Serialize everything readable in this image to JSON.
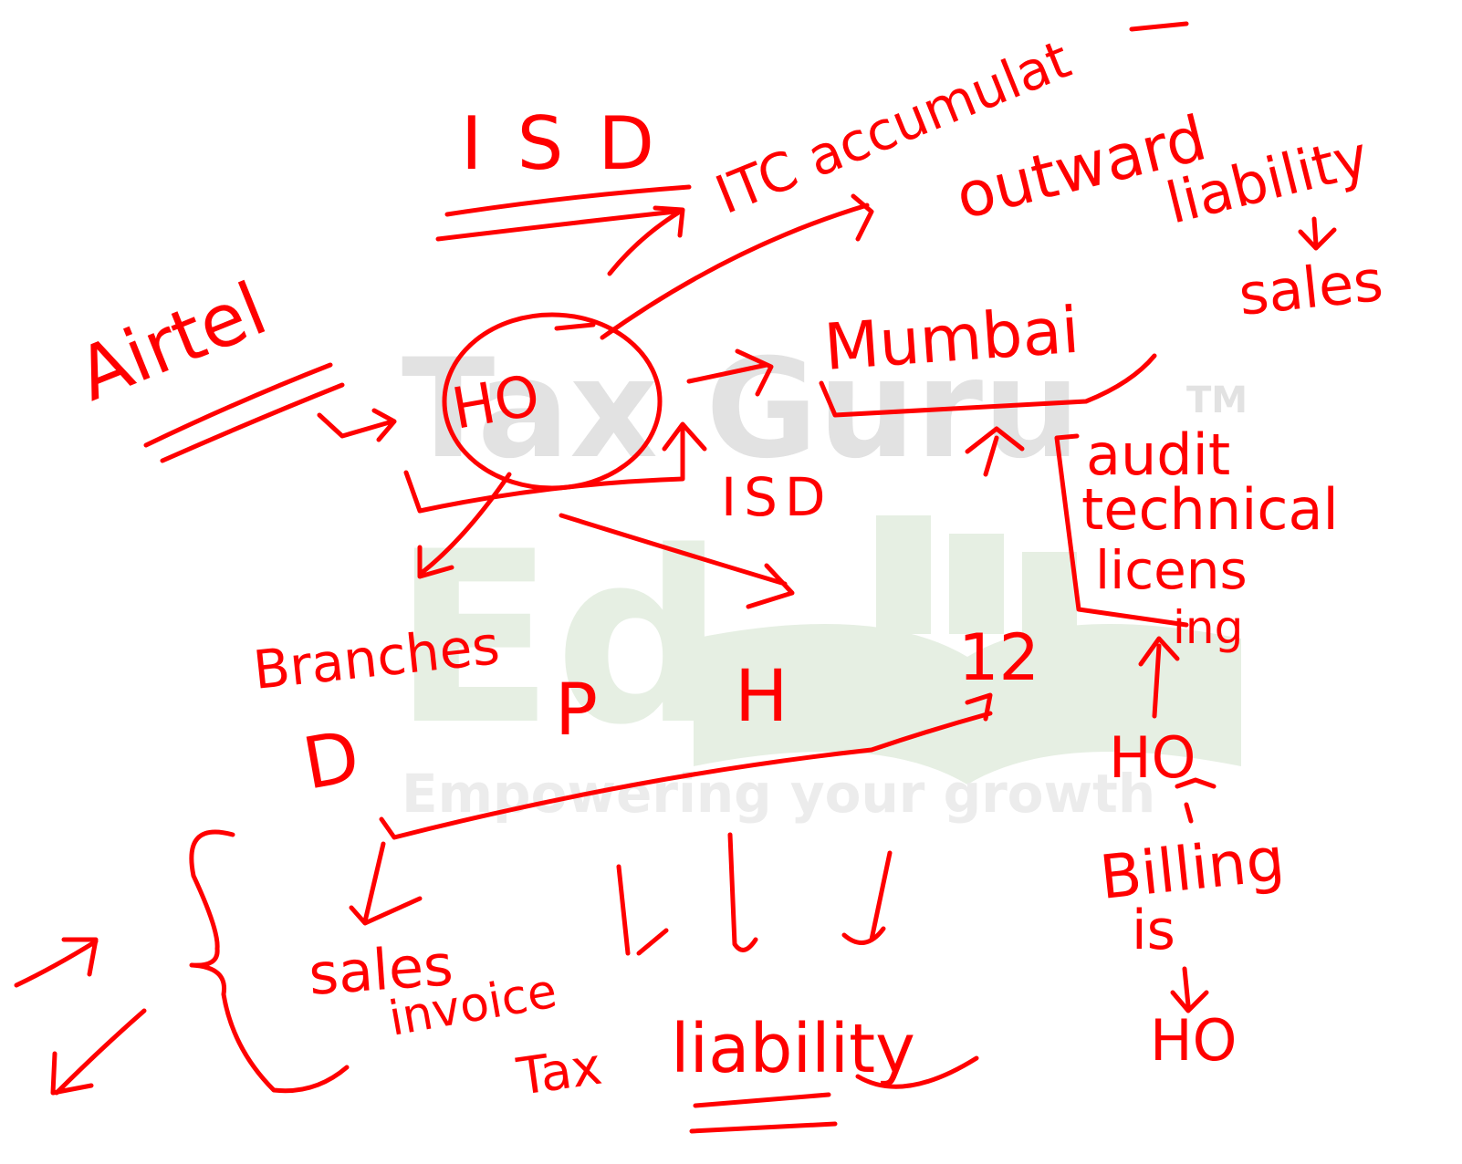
{
  "watermark": {
    "brand": "Tax Guru",
    "trademark": "TM",
    "logo_text": "Ed",
    "tagline": "Empowering your growth"
  },
  "notes": {
    "isd_title": "ISD",
    "itc_accumulation": "ITC accumulat",
    "outward": "outward",
    "liability_top": "liability",
    "sales_top": "sales",
    "airtel": "Airtel",
    "ho_circle": "HO",
    "mumbai": "Mumbai",
    "isd_middle": "ISD",
    "audit": "audit",
    "technical": "technical",
    "licensing_1": "licens",
    "licensing_2": "ing",
    "branches": "Branches",
    "branch_d": "D",
    "branch_p": "P",
    "branch_h": "H",
    "branch_12": "12",
    "ho_right": "HO",
    "billing": "Billing",
    "is": "is",
    "ho_bottom": "HO",
    "sales_invoice_1": "sales",
    "sales_invoice_2": "invoice",
    "tax_liability_1": "Tax",
    "tax_liability_2": "liability"
  },
  "colors": {
    "ink": "#ff0000",
    "watermark_gray": "#e2e2e2",
    "watermark_green": "#e6efe3",
    "watermark_tagline": "#ececec"
  }
}
